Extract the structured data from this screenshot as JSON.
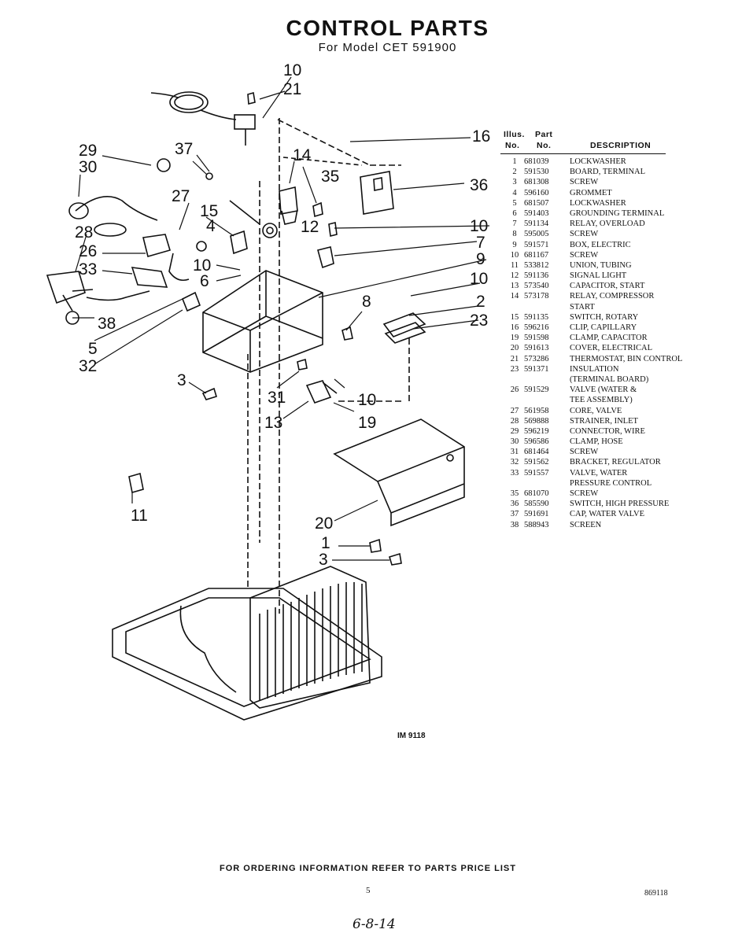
{
  "title": "CONTROL PARTS",
  "subtitle": "For Model CET 591900",
  "table": {
    "header_illus_top": "Illus.",
    "header_part_top": "Part",
    "header_no": "No.",
    "header_part_no": "No.",
    "header_desc": "DESCRIPTION",
    "rows": [
      {
        "no": "1",
        "part": "681039",
        "desc": "LOCKWASHER"
      },
      {
        "no": "2",
        "part": "591530",
        "desc": "BOARD, TERMINAL"
      },
      {
        "no": "3",
        "part": "681308",
        "desc": "SCREW"
      },
      {
        "no": "4",
        "part": "596160",
        "desc": "GROMMET"
      },
      {
        "no": "5",
        "part": "681507",
        "desc": "LOCKWASHER"
      },
      {
        "no": "6",
        "part": "591403",
        "desc": "GROUNDING TERMINAL"
      },
      {
        "no": "7",
        "part": "591134",
        "desc": "RELAY, OVERLOAD"
      },
      {
        "no": "8",
        "part": "595005",
        "desc": "SCREW"
      },
      {
        "no": "9",
        "part": "591571",
        "desc": "BOX, ELECTRIC"
      },
      {
        "no": "10",
        "part": "681167",
        "desc": "SCREW"
      },
      {
        "no": "11",
        "part": "533812",
        "desc": "UNION, TUBING"
      },
      {
        "no": "12",
        "part": "591136",
        "desc": "SIGNAL LIGHT"
      },
      {
        "no": "13",
        "part": "573540",
        "desc": "CAPACITOR, START"
      },
      {
        "no": "14",
        "part": "573178",
        "desc": "RELAY, COMPRESSOR",
        "desc2": "START"
      },
      {
        "no": "15",
        "part": "591135",
        "desc": "SWITCH, ROTARY"
      },
      {
        "no": "16",
        "part": "596216",
        "desc": "CLIP, CAPILLARY"
      },
      {
        "no": "19",
        "part": "591598",
        "desc": "CLAMP, CAPACITOR"
      },
      {
        "no": "20",
        "part": "591613",
        "desc": "COVER, ELECTRICAL"
      },
      {
        "no": "21",
        "part": "573286",
        "desc": "THERMOSTAT, BIN CONTROL"
      },
      {
        "no": "23",
        "part": "591371",
        "desc": "INSULATION",
        "desc2": "(TERMINAL BOARD)"
      },
      {
        "no": "26",
        "part": "591529",
        "desc": "VALVE (WATER &",
        "desc2": "TEE ASSEMBLY)"
      },
      {
        "no": "27",
        "part": "561958",
        "desc": "CORE, VALVE"
      },
      {
        "no": "28",
        "part": "569888",
        "desc": "STRAINER, INLET"
      },
      {
        "no": "29",
        "part": "596219",
        "desc": "CONNECTOR, WIRE"
      },
      {
        "no": "30",
        "part": "596586",
        "desc": "CLAMP, HOSE"
      },
      {
        "no": "31",
        "part": "681464",
        "desc": "SCREW"
      },
      {
        "no": "32",
        "part": "591562",
        "desc": "BRACKET, REGULATOR"
      },
      {
        "no": "33",
        "part": "591557",
        "desc": "VALVE, WATER",
        "desc2": "PRESSURE CONTROL"
      },
      {
        "no": "35",
        "part": "681070",
        "desc": "SCREW"
      },
      {
        "no": "36",
        "part": "585590",
        "desc": "SWITCH, HIGH PRESSURE"
      },
      {
        "no": "37",
        "part": "591691",
        "desc": "CAP, WATER VALVE"
      },
      {
        "no": "38",
        "part": "588943",
        "desc": "SCREEN"
      }
    ]
  },
  "callouts": {
    "c10a": "10",
    "c21": "21",
    "c16": "16",
    "c29": "29",
    "c30": "30",
    "c37": "37",
    "c14": "14",
    "c35": "35",
    "c36": "36",
    "c27": "27",
    "c15": "15",
    "c4": "4",
    "c12": "12",
    "c10b": "10",
    "c28": "28",
    "c7": "7",
    "c26": "26",
    "c9": "9",
    "c10c": "10",
    "c33": "33",
    "c6": "6",
    "c10d": "10",
    "c2": "2",
    "c38": "38",
    "c8": "8",
    "c23": "23",
    "c5": "5",
    "c32": "32",
    "c3a": "3",
    "c31": "31",
    "c10e": "10",
    "c13": "13",
    "c19": "19",
    "c11": "11",
    "c20": "20",
    "c1": "1",
    "c3b": "3"
  },
  "drawing_code": "IM 9118",
  "footer_note": "FOR ORDERING INFORMATION REFER TO PARTS PRICE LIST",
  "page_number": "5",
  "doc_code": "869118",
  "handwritten_note": "6-8-14"
}
